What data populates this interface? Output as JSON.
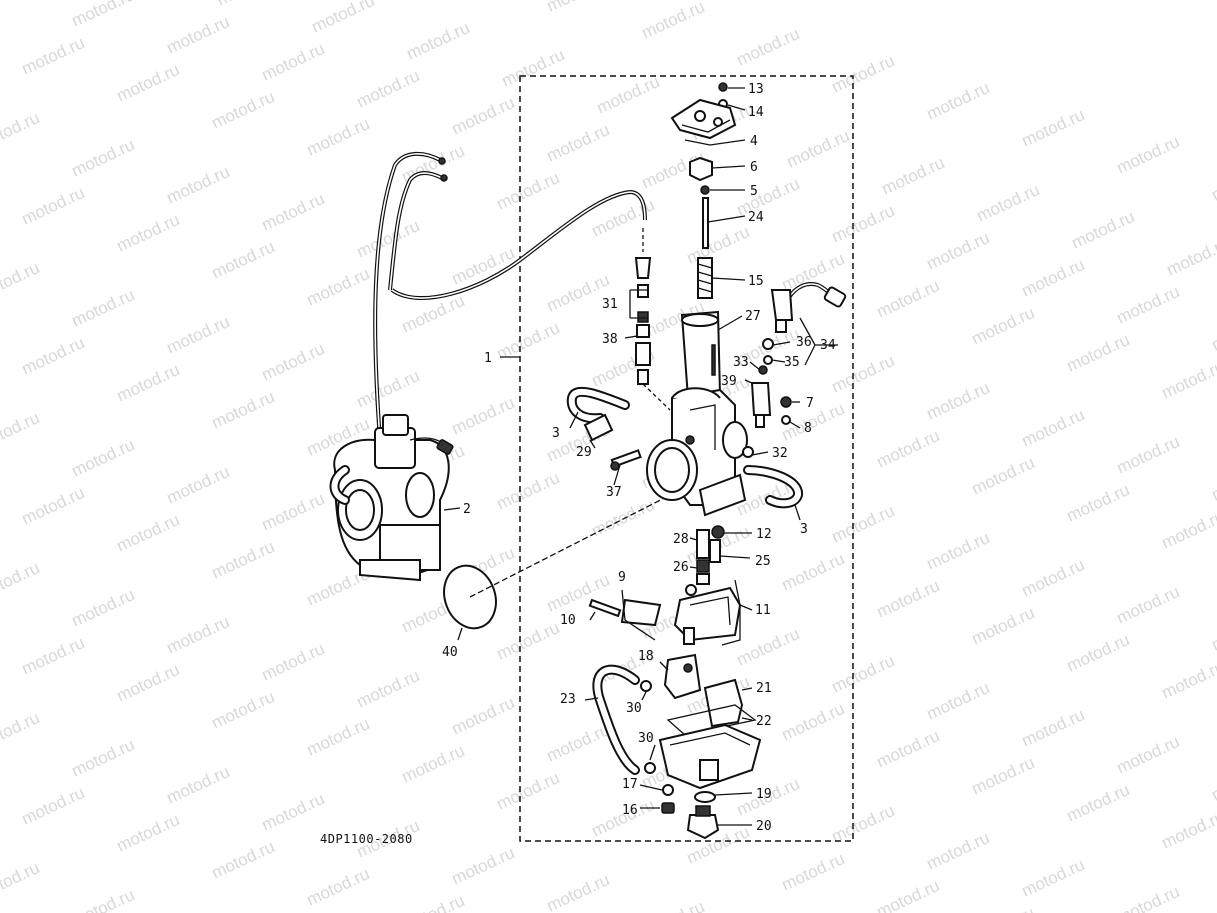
{
  "watermark": {
    "text": "motod.ru"
  },
  "diagram_code": "4DP1100-2080",
  "labels": {
    "l1": "1",
    "l2": "2",
    "l3a": "3",
    "l3b": "3",
    "l4": "4",
    "l5": "5",
    "l6": "6",
    "l7": "7",
    "l8": "8",
    "l9": "9",
    "l10": "10",
    "l11": "11",
    "l12": "12",
    "l13": "13",
    "l14": "14",
    "l15": "15",
    "l16": "16",
    "l17": "17",
    "l18": "18",
    "l19": "19",
    "l20": "20",
    "l21": "21",
    "l22": "22",
    "l23": "23",
    "l24": "24",
    "l25": "25",
    "l26": "26",
    "l27": "27",
    "l28": "28",
    "l29": "29",
    "l30a": "30",
    "l30b": "30",
    "l31": "31",
    "l32": "32",
    "l33": "33",
    "l34": "34",
    "l35": "35",
    "l36": "36",
    "l37": "37",
    "l38": "38",
    "l39": "39",
    "l40": "40"
  }
}
